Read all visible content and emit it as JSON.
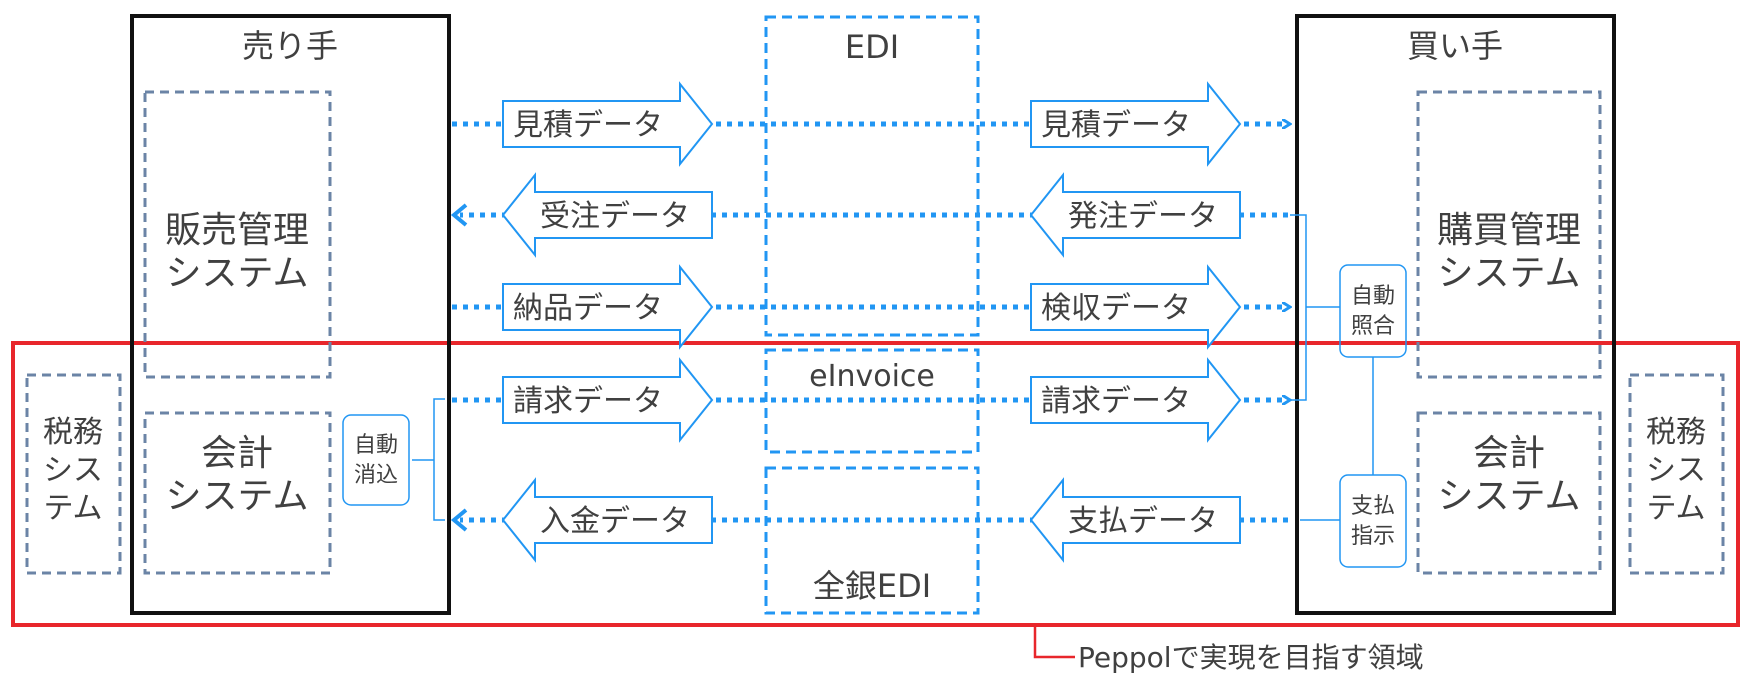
{
  "seller": {
    "title": "売り手",
    "sales_system": [
      "販売管理",
      "システム"
    ],
    "accounting_system": [
      "会計",
      "システム"
    ],
    "auto_reconcile": [
      "自動",
      "消込"
    ]
  },
  "buyer": {
    "title": "買い手",
    "purchase_system": [
      "購買管理",
      "システム"
    ],
    "accounting_system": [
      "会計",
      "システム"
    ],
    "auto_match": [
      "自動",
      "照合"
    ],
    "payment_instruction": [
      "支払",
      "指示"
    ]
  },
  "tax_system": [
    "税務",
    "シス",
    "テム"
  ],
  "networks": {
    "edi": "EDI",
    "einvoice": "eInvoice",
    "zengin": "全銀EDI"
  },
  "flows": {
    "quote_seller": "見積データ",
    "quote_buyer": "見積データ",
    "order_seller": "受注データ",
    "order_buyer": "発注データ",
    "delivery_seller": "納品データ",
    "inspection_buyer": "検収データ",
    "invoice_seller": "請求データ",
    "invoice_buyer": "請求データ",
    "receipt_seller": "入金データ",
    "payment_buyer": "支払データ"
  },
  "peppol_scope_label": "Peppolで実現を目指す領域",
  "colors": {
    "blue": "#2196f3",
    "slate": "#6b84a6",
    "red": "#e8262b",
    "black": "#111111"
  }
}
